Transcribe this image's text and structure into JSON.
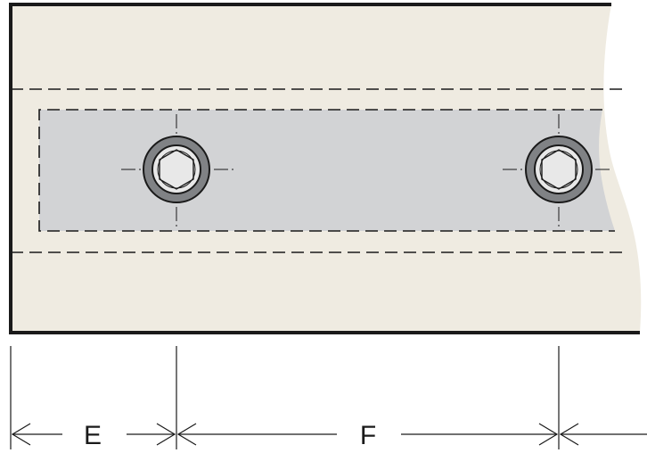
{
  "diagram": {
    "dimensions": [
      {
        "id": "E",
        "label": "E"
      },
      {
        "id": "F",
        "label": "F"
      }
    ],
    "colors": {
      "board": "#efebe1",
      "plate": "#d2d3d5",
      "outline": "#1a1a1a",
      "ring": "#808285",
      "bolt_head": "#e8e8e8"
    },
    "icons": [
      "bolt-icon",
      "arrowhead-icon"
    ]
  }
}
